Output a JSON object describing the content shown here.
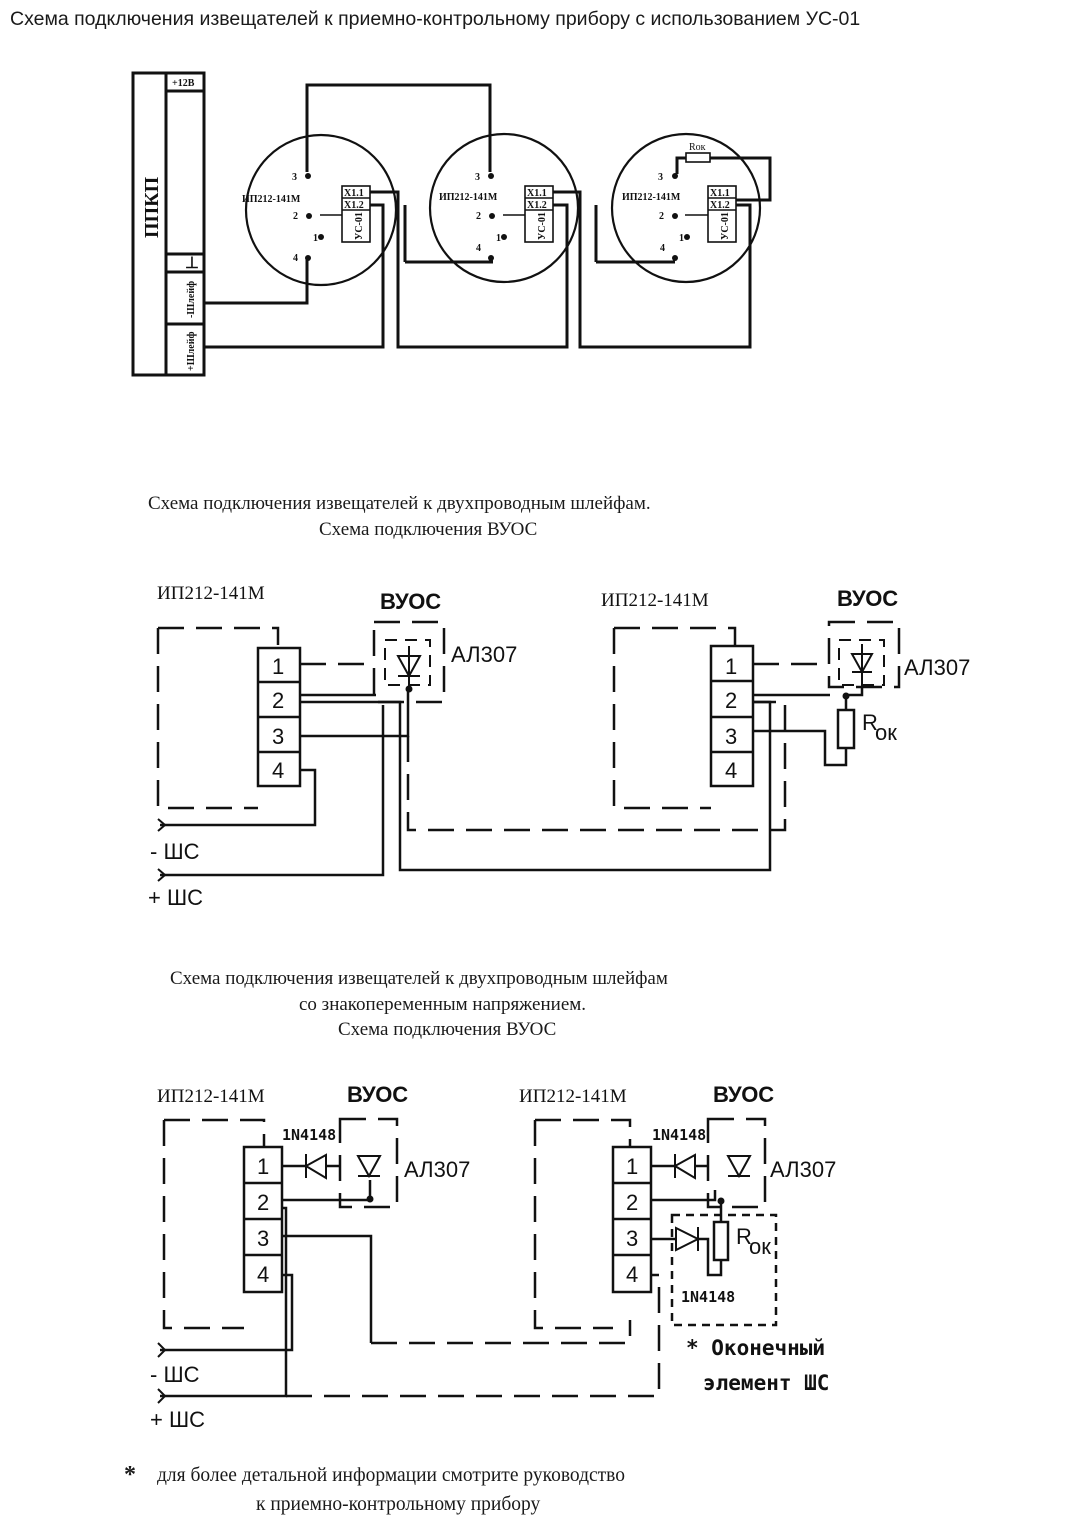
{
  "titles": {
    "top": "Схема подключения извещателей к приемно-контрольному прибору с использованием УС-01",
    "mid_line1": "Схема подключения извещателей к двухпроводным шлейфам.",
    "mid_line2": "Схема подключения ВУОС",
    "bot_line1": "Схема подключения извещателей к двухпроводным шлейфам",
    "bot_line2": "со знакопеременным напряжением.",
    "bot_line3": "Схема подключения ВУОС"
  },
  "top_diagram": {
    "panel_label": "ППКП",
    "power_label": "+12В",
    "ground_symbol": "⊥",
    "minus_loop": "-Шлейф",
    "plus_loop": "+Шлейф",
    "detector_model": "ИП212-141М",
    "device": "УС-01",
    "x11": "X1.1",
    "x12": "X1.2",
    "resistor": "Rок",
    "pins": [
      "1",
      "2",
      "3",
      "4"
    ]
  },
  "mid_diagram": {
    "detector_model": "ИП212-141М",
    "vuos": "ВУОС",
    "led": "АЛ307",
    "resistor_r": "R",
    "resistor_sub": "ок",
    "minus_ws": "- ШС",
    "plus_ws": "+ ШС",
    "pins": [
      "1",
      "2",
      "3",
      "4"
    ]
  },
  "bot_diagram": {
    "detector_model": "ИП212-141М",
    "vuos": "ВУОС",
    "led": "АЛ307",
    "diode": "1N4148",
    "resistor_r": "R",
    "resistor_sub": "ок",
    "minus_ws": "- ШС",
    "plus_ws": "+ ШС",
    "end_element_line1": "* Оконечный",
    "end_element_line2": "элемент ШС",
    "pins": [
      "1",
      "2",
      "3",
      "4"
    ]
  },
  "footnote": {
    "star": "*",
    "line1": "для более детальной информации смотрите руководство",
    "line2": "к приемно-контрольному прибору"
  }
}
